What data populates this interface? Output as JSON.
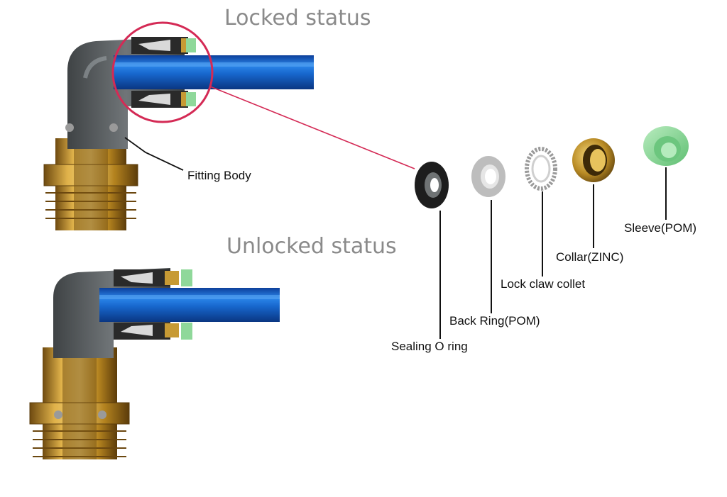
{
  "titles": {
    "locked": "Locked status",
    "unlocked": "Unlocked status"
  },
  "labels": {
    "fitting_body": "Fitting Body",
    "sealing_o_ring": "Sealing O ring",
    "back_ring": "Back Ring(POM)",
    "lock_claw_collet": "Lock claw collet",
    "collar": "Collar(ZINC)",
    "sleeve": "Sleeve(POM)"
  },
  "colors": {
    "brass": "#b8862a",
    "body_dark": "#555a5c",
    "tube_blue": "#1f6fd6",
    "sleeve_green": "#8fd89a",
    "highlight_red": "#d42a55"
  }
}
